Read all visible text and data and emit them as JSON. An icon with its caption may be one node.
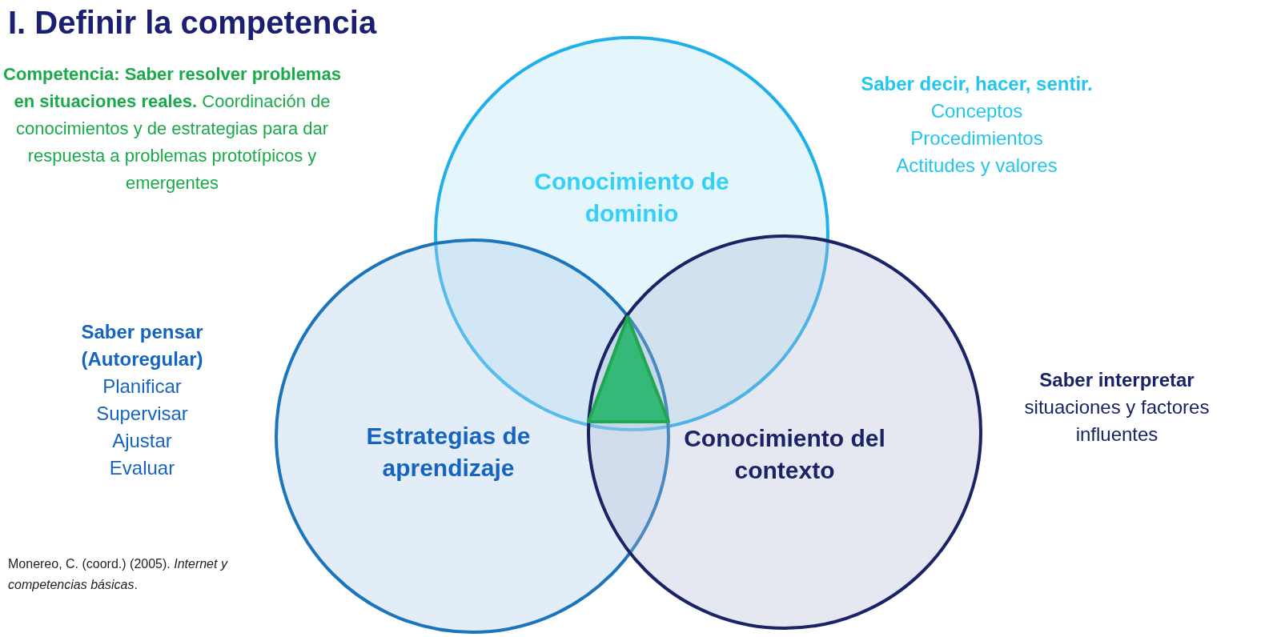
{
  "diagram": {
    "title": "I. Definir la competencia",
    "nodes": [
      {
        "text": [
          "Conocimiento de dominio"
        ]
      },
      {
        "text": [
          "Estrategias de aprendizaje"
        ]
      },
      {
        "text": [
          "Conocimiento del contexto"
        ]
      },
      {
        "text": [],
        "shape": "triangle"
      }
    ],
    "edges": [],
    "labels": [
      "**Competencia: Saber resolver problemas en situaciones reales.** Coordinación de conocimientos y de estrategias para dar respuesta a problemas prototípicos y emergentes",
      "Saber decir, hacer, sentir.",
      "Conceptos",
      "Procedimientos",
      "Actitudes y valores",
      "Saber pensar (Autoregular)",
      "Planificar",
      "Supervisar",
      "Ajustar",
      "Evaluar",
      "Saber interpretar",
      "situaciones y factores influentes",
      "Monereo, C. (coord.) (2005). *Internet y competencias básicas*."
    ]
  }
}
